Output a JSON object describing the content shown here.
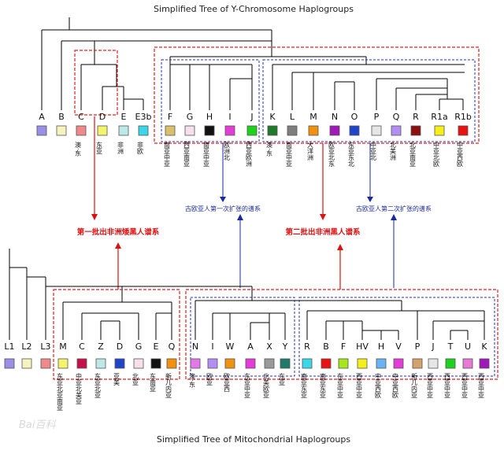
{
  "titles": {
    "top": "Simplified Tree of Y-Chromosome Haplogroups",
    "bottom": "Simplified Tree of Mitochondrial Haplogroups"
  },
  "annotations": {
    "first_batch": "第一批出非洲矮黑人谱系",
    "second_batch": "第二批出非洲黑人谱系",
    "eurasian_first": "古欧亚人第一次扩张的谱系",
    "eurasian_second": "古欧亚人第二次扩张的谱系"
  },
  "watermark": "Bai百科",
  "y_tree": [
    {
      "label": "A",
      "color": "#9a8ee6",
      "region": ""
    },
    {
      "label": "B",
      "color": "#f6f3bf",
      "region": ""
    },
    {
      "label": "C",
      "color": "#f08a8a",
      "region": "澳·东"
    },
    {
      "label": "D",
      "color": "#f4f46c",
      "region": "东亚"
    },
    {
      "label": "E",
      "color": "#bde8e8",
      "region": "非洲"
    },
    {
      "label": "E3b",
      "color": "#39d6e6",
      "region": "非欧"
    },
    {
      "label": "F",
      "color": "#d9c06d",
      "region": "南亚中亚"
    },
    {
      "label": "G",
      "color": "#f6e0ec",
      "region": "西亚南亚"
    },
    {
      "label": "H",
      "color": "#111111",
      "region": "南亚中亚"
    },
    {
      "label": "I",
      "color": "#e23dd6",
      "region": "欧洲北"
    },
    {
      "label": "J",
      "color": "#1dd11d",
      "region": "西亚欧洲"
    },
    {
      "label": "K",
      "color": "#1f7a2a",
      "region": "澳·东"
    },
    {
      "label": "L",
      "color": "#7e7e7e",
      "region": "南亚中亚"
    },
    {
      "label": "M",
      "color": "#f0920f",
      "region": "大洋洲"
    },
    {
      "label": "N",
      "color": "#a018b8",
      "region": "欧亚北东"
    },
    {
      "label": "O",
      "color": "#1f45c8",
      "region": "东亚东北"
    },
    {
      "label": "P",
      "color": "#e6e6e6",
      "region": "中亚北"
    },
    {
      "label": "Q",
      "color": "#b38ef2",
      "region": "北美洲"
    },
    {
      "label": "R",
      "color": "#8a0f0f",
      "region": "北亚南亚"
    },
    {
      "label": "R1a",
      "color": "#f7ef1a",
      "region": "中亚北欧"
    },
    {
      "label": "R1b",
      "color": "#e81212",
      "region": "中亚西欧"
    }
  ],
  "mt_tree": [
    {
      "label": "L1",
      "color": "#9a8ee6",
      "region": ""
    },
    {
      "label": "L2",
      "color": "#f6f3bf",
      "region": ""
    },
    {
      "label": "L3",
      "color": "#f08a8a",
      "region": ""
    },
    {
      "label": "M",
      "color": "#f4f46c",
      "region": "东亚北亚南亚"
    },
    {
      "label": "C",
      "color": "#c4104a",
      "region": "中亚北美亚"
    },
    {
      "label": "Z",
      "color": "#bde8e8",
      "region": "东亚北亚"
    },
    {
      "label": "D",
      "color": "#1f45c8",
      "region": "亚美"
    },
    {
      "label": "G",
      "color": "#f6e0ec",
      "region": "北亚"
    },
    {
      "label": "E",
      "color": "#111111",
      "region": "东南亚"
    },
    {
      "label": "Q",
      "color": "#f0920f",
      "region": "新几内亚"
    },
    {
      "label": "N",
      "color": "#e17ae8",
      "region": "澳·东"
    },
    {
      "label": "I",
      "color": "#b38ef2",
      "region": "欧亚"
    },
    {
      "label": "W",
      "color": "#f0920f",
      "region": "欧亚西"
    },
    {
      "label": "A",
      "color": "#e23dd6",
      "region": "东亚中亚"
    },
    {
      "label": "X",
      "color": "#9a9a9a",
      "region": "北美欧亚"
    },
    {
      "label": "Y",
      "color": "#1f7a6a",
      "region": "东亚"
    },
    {
      "label": "R",
      "color": "#39d6e6",
      "region": "南亚东亚"
    },
    {
      "label": "B",
      "color": "#e81212",
      "region": "南亚东亚"
    },
    {
      "label": "F",
      "color": "#a6e61a",
      "region": "东亚中亚"
    },
    {
      "label": "HV",
      "color": "#f7ef1a",
      "region": "西亚中亚"
    },
    {
      "label": "H",
      "color": "#6ab3f2",
      "region": "中亚西欧"
    },
    {
      "label": "V",
      "color": "#e23dd6",
      "region": "中亚西欧"
    },
    {
      "label": "P",
      "color": "#d7a16c",
      "region": "新几内亚"
    },
    {
      "label": "J",
      "color": "#e6e6e6",
      "region": "西亚中亚"
    },
    {
      "label": "T",
      "color": "#1dd11d",
      "region": "西亚中亚"
    },
    {
      "label": "U",
      "color": "#e87ad6",
      "region": "西亚中亚"
    },
    {
      "label": "K",
      "color": "#a018b8",
      "region": "西亚中亚"
    }
  ]
}
